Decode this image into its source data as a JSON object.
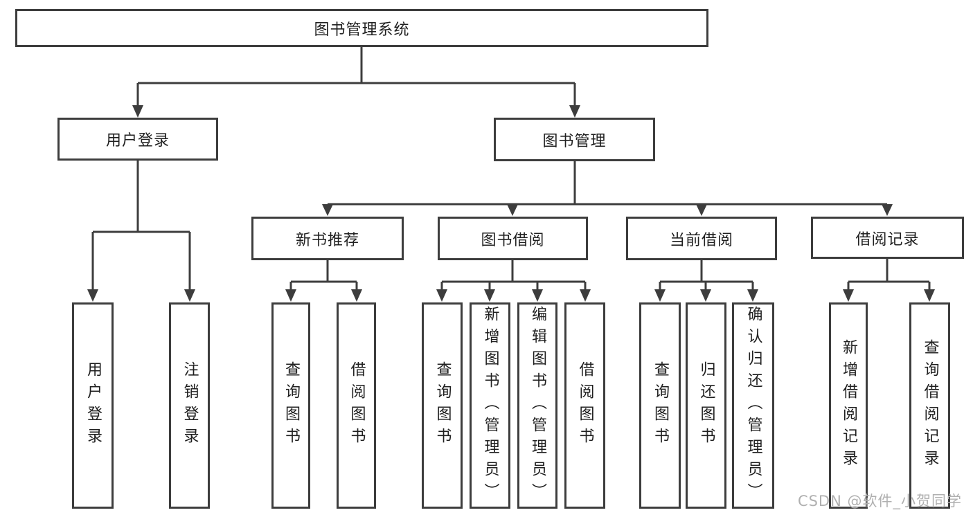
{
  "colors": {
    "line": "#3d3d3d",
    "ink": "#1f1f1f",
    "background": "#ffffff",
    "watermark": "#b0b0b0"
  },
  "watermark": {
    "text": "CSDN @软件_小贺同学"
  },
  "tree": {
    "label": "图书管理系统",
    "children": [
      {
        "label": "用户登录",
        "children": [
          {
            "label": "用户登录"
          },
          {
            "label": "注销登录"
          }
        ]
      },
      {
        "label": "图书管理",
        "children": [
          {
            "label": "新书推荐",
            "children": [
              {
                "label": "查询图书"
              },
              {
                "label": "借阅图书"
              }
            ]
          },
          {
            "label": "图书借阅",
            "children": [
              {
                "label": "查询图书"
              },
              {
                "label": "新增图书（管理员）"
              },
              {
                "label": "编辑图书（管理员）"
              },
              {
                "label": "借阅图书"
              }
            ]
          },
          {
            "label": "当前借阅",
            "children": [
              {
                "label": "查询图书"
              },
              {
                "label": "归还图书"
              },
              {
                "label": "确认归还（管理员）"
              }
            ]
          },
          {
            "label": "借阅记录",
            "children": [
              {
                "label": "新增借阅记录"
              },
              {
                "label": "查询借阅记录"
              }
            ]
          }
        ]
      }
    ]
  }
}
